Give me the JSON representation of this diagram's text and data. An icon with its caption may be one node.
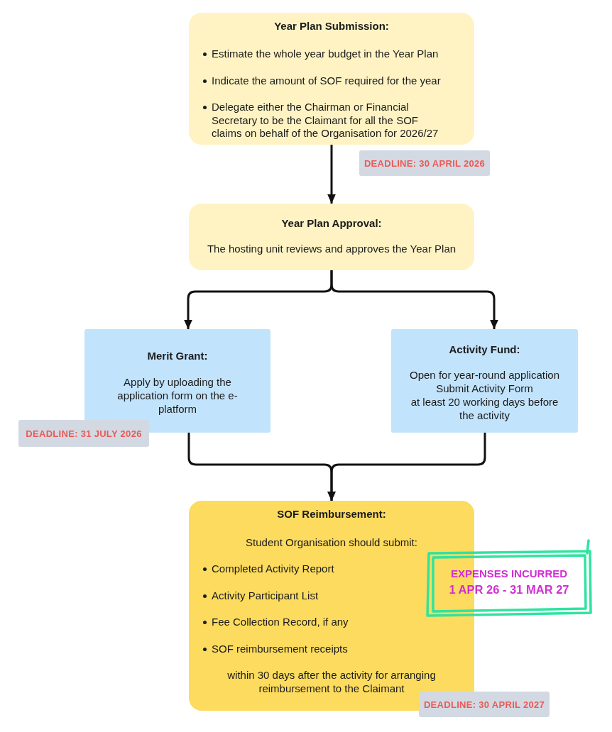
{
  "diagram": {
    "nodes": [
      {
        "text": [
          "Year Plan Submission:",
          "Estimate the whole year budget in the Year Plan",
          "Indicate the amount of SOF required for the year",
          "Delegate either the Chairman or Financial Secretary to be the Claimant for all the SOF claims on behalf of the Organisation for 2026/27"
        ],
        "beside": [
          "DEADLINE: 30 APRIL 2026"
        ]
      },
      {
        "text": [
          "Year Plan Approval:",
          "The hosting unit reviews and approves the Year Plan"
        ]
      },
      {
        "text": [
          "Merit Grant:",
          "Apply by uploading the application form on the e-platform"
        ],
        "beside": [
          "DEADLINE: 31 JULY 2026"
        ]
      },
      {
        "text": [
          "Activity Fund:",
          "Open for year-round application",
          "Submit Activity Form",
          "at least 20 working days before the activity"
        ]
      },
      {
        "text": [
          "SOF Reimbursement:",
          "Student Organisation should submit:",
          "Completed Activity Report",
          "Activity Participant List",
          "Fee Collection Record, if any",
          "SOF reimbursement receipts",
          "within 30 days after the activity for arranging reimbursement to the Claimant"
        ],
        "beside": [
          "DEADLINE: 30 APRIL 2027"
        ]
      },
      {
        "text": [
          "EXPENSES INCURRED",
          "1 APR 26 - 31 MAR 27"
        ]
      }
    ],
    "edges": [
      {
        "from": 0,
        "to": 1,
        "arrow": "to"
      },
      {
        "from": 1,
        "to": 2,
        "arrow": "to"
      },
      {
        "from": 1,
        "to": 3,
        "arrow": "to"
      },
      {
        "from": 2,
        "to": 4,
        "arrow": "to"
      },
      {
        "from": 3,
        "to": 4,
        "arrow": "to"
      }
    ]
  }
}
